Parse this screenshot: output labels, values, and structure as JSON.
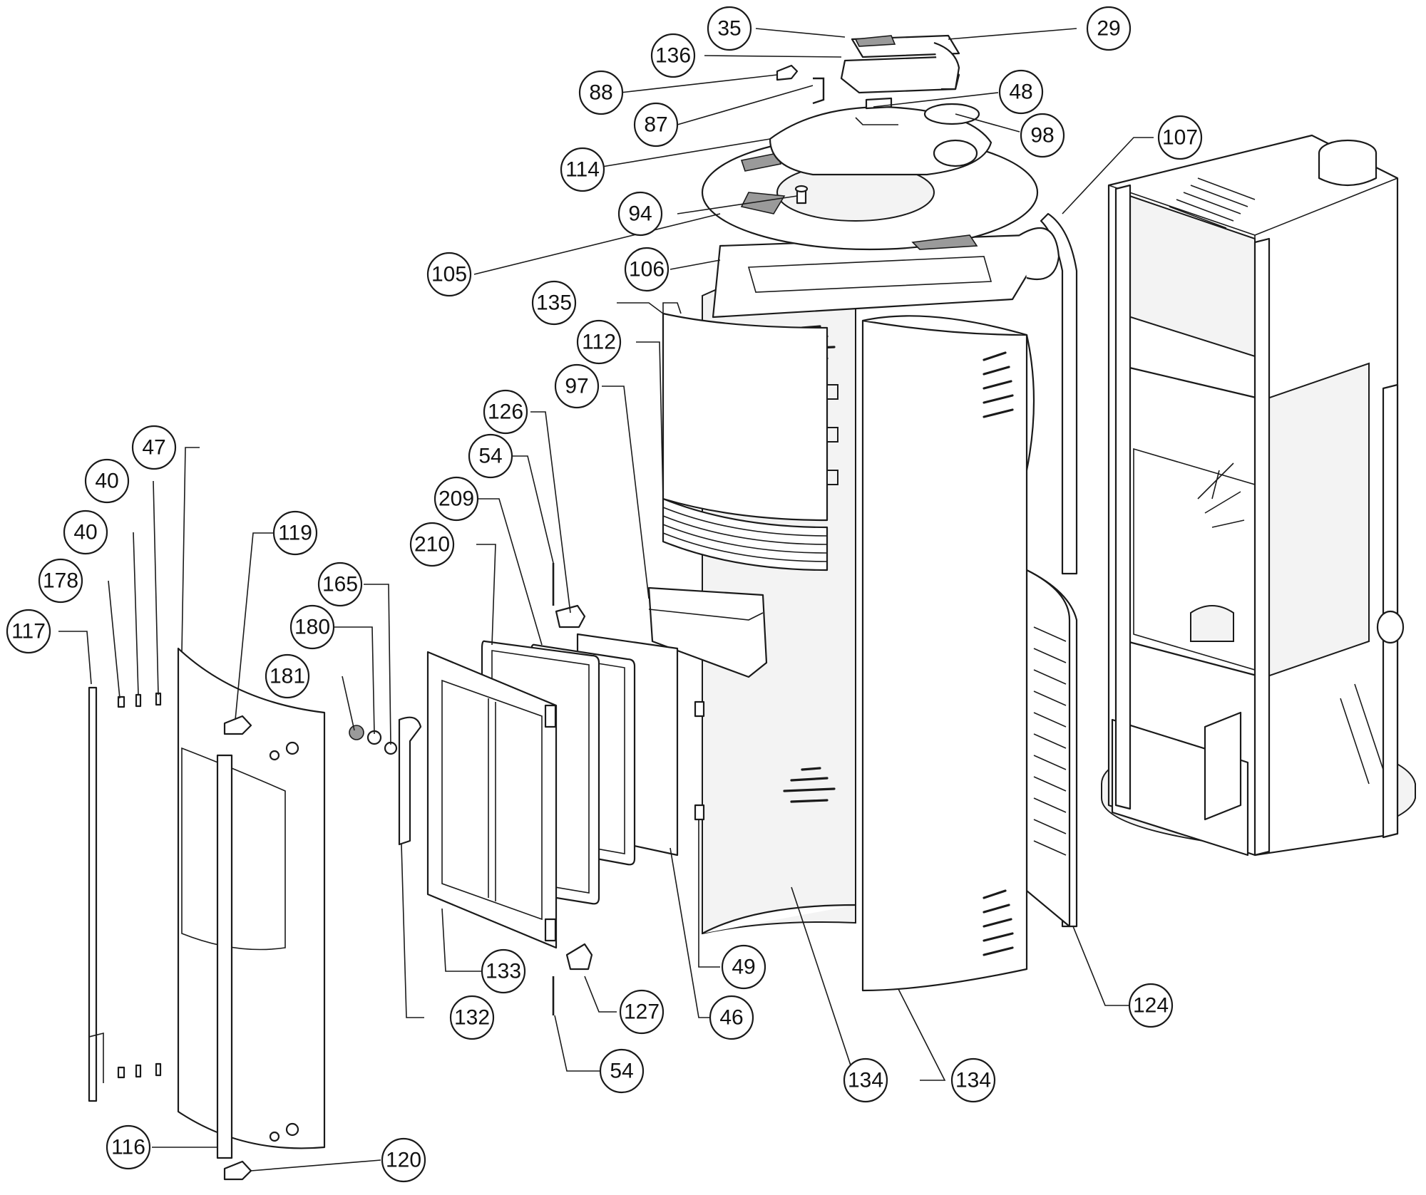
{
  "diagram": {
    "callouts": [
      {
        "id": "c35",
        "label": "35"
      },
      {
        "id": "c29",
        "label": "29"
      },
      {
        "id": "c136",
        "label": "136"
      },
      {
        "id": "c88",
        "label": "88"
      },
      {
        "id": "c48",
        "label": "48"
      },
      {
        "id": "c87",
        "label": "87"
      },
      {
        "id": "c98",
        "label": "98"
      },
      {
        "id": "c107",
        "label": "107"
      },
      {
        "id": "c114",
        "label": "114"
      },
      {
        "id": "c94",
        "label": "94"
      },
      {
        "id": "c105",
        "label": "105"
      },
      {
        "id": "c106",
        "label": "106"
      },
      {
        "id": "c135",
        "label": "135"
      },
      {
        "id": "c112",
        "label": "112"
      },
      {
        "id": "c97",
        "label": "97"
      },
      {
        "id": "c126",
        "label": "126"
      },
      {
        "id": "c54a",
        "label": "54"
      },
      {
        "id": "c47",
        "label": "47"
      },
      {
        "id": "c209",
        "label": "209"
      },
      {
        "id": "c40a",
        "label": "40"
      },
      {
        "id": "c119",
        "label": "119"
      },
      {
        "id": "c40b",
        "label": "40"
      },
      {
        "id": "c210",
        "label": "210"
      },
      {
        "id": "c178",
        "label": "178"
      },
      {
        "id": "c165",
        "label": "165"
      },
      {
        "id": "c180",
        "label": "180"
      },
      {
        "id": "c117",
        "label": "117"
      },
      {
        "id": "c181",
        "label": "181"
      },
      {
        "id": "c49",
        "label": "49"
      },
      {
        "id": "c133",
        "label": "133"
      },
      {
        "id": "c124",
        "label": "124"
      },
      {
        "id": "c127",
        "label": "127"
      },
      {
        "id": "c132",
        "label": "132"
      },
      {
        "id": "c46",
        "label": "46"
      },
      {
        "id": "c54b",
        "label": "54"
      },
      {
        "id": "c134a",
        "label": "134"
      },
      {
        "id": "c134b",
        "label": "134"
      },
      {
        "id": "c116",
        "label": "116"
      },
      {
        "id": "c120",
        "label": "120"
      }
    ]
  }
}
